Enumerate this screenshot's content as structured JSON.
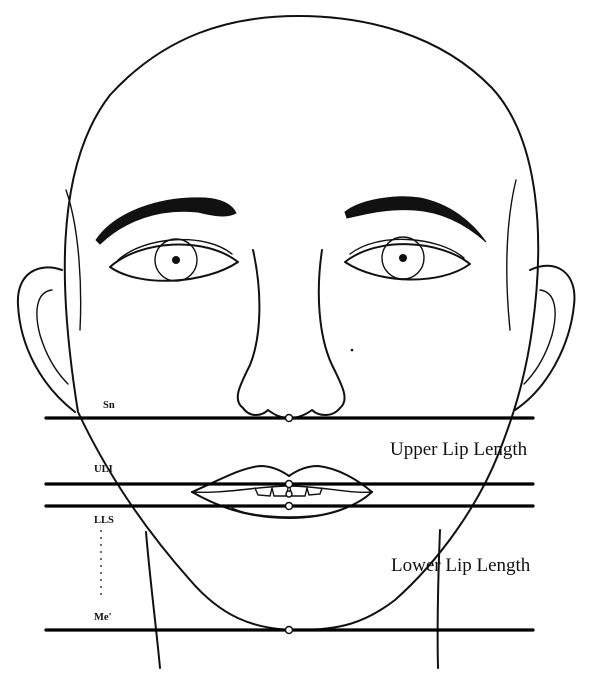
{
  "landmarks": {
    "sn": "Sn",
    "uli": "ULI",
    "lls": "LLS",
    "me": "Me'"
  },
  "measurements": {
    "upper_lip_length": "Upper Lip Length",
    "lower_lip_length": "Lower Lip Length"
  }
}
